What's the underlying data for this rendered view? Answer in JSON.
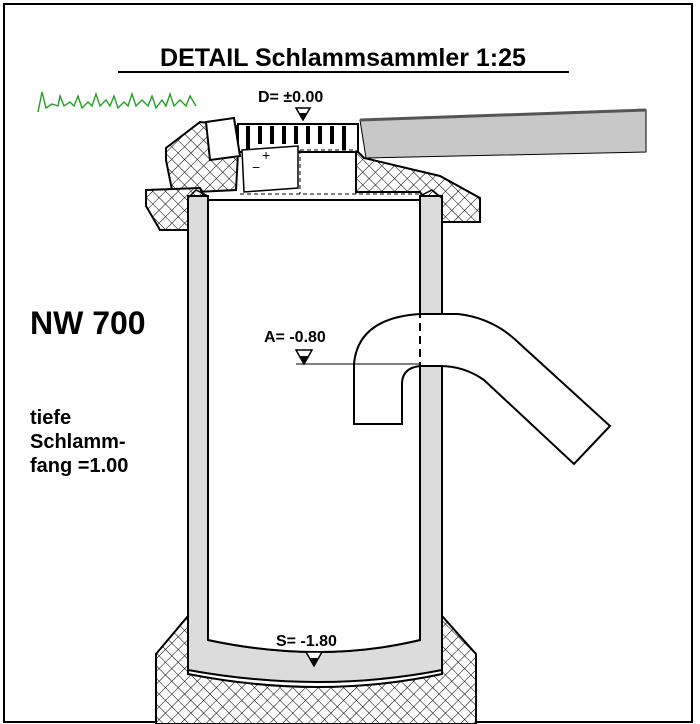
{
  "title": "DETAIL Schlammsammler 1:25",
  "nominal_width": "NW 700",
  "depth_note": {
    "line1": "tiefe",
    "line2": "Schlamm-",
    "line3": "fang =1.00"
  },
  "levels": {
    "top": "D= ±0.00",
    "outlet": "A= -0.80",
    "sole": "S= -1.80"
  },
  "colors": {
    "concrete": "#dcdcdc",
    "paving": "#c8c8c8",
    "grass": "#22a022",
    "line": "#000000"
  }
}
